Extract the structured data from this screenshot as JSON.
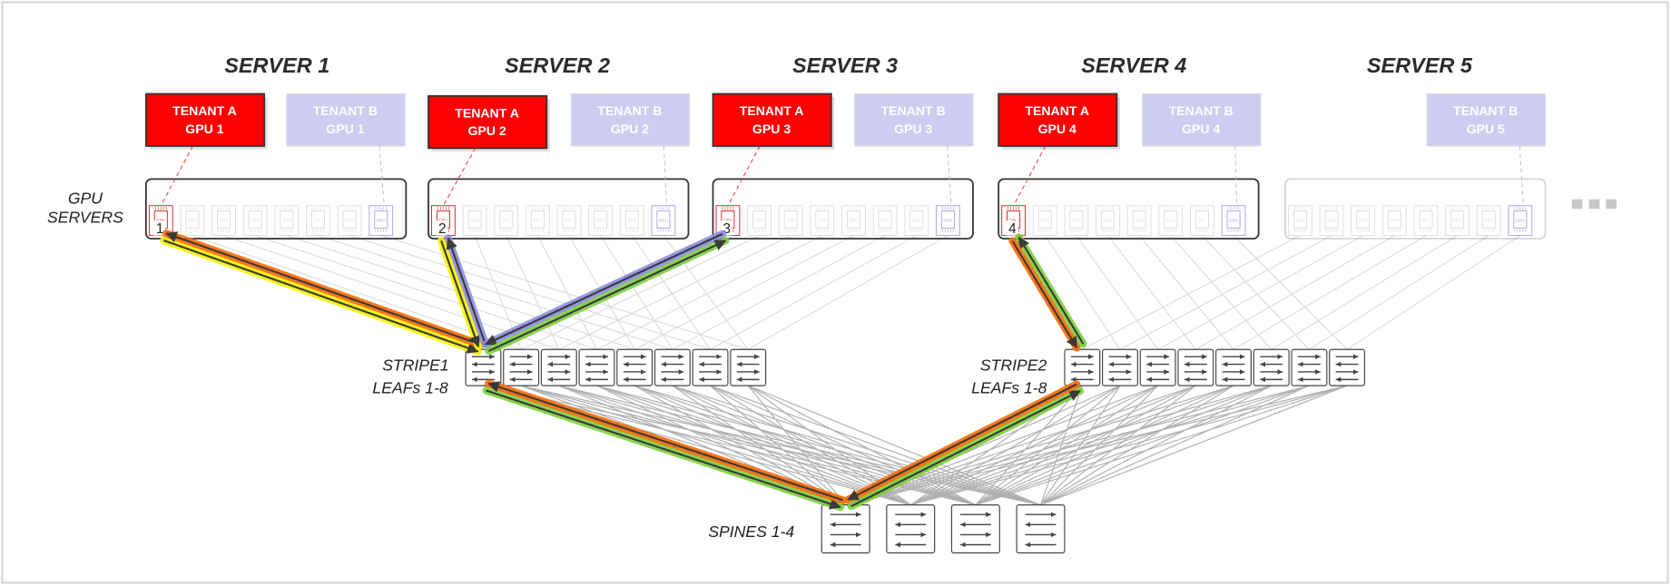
{
  "servers": [
    {
      "title": "SERVER 1",
      "tenant_a": {
        "line1": "TENANT A",
        "line2": "GPU 1"
      },
      "tenant_b": {
        "line1": "TENANT B",
        "line2": "GPU 1"
      },
      "active_gpu_number": "1",
      "stripe": 1,
      "faded": false
    },
    {
      "title": "SERVER 2",
      "tenant_a": {
        "line1": "TENANT A",
        "line2": "GPU 2"
      },
      "tenant_b": {
        "line1": "TENANT B",
        "line2": "GPU 2"
      },
      "active_gpu_number": "2",
      "stripe": 1,
      "faded": false
    },
    {
      "title": "SERVER 3",
      "tenant_a": {
        "line1": "TENANT A",
        "line2": "GPU 3"
      },
      "tenant_b": {
        "line1": "TENANT B",
        "line2": "GPU 3"
      },
      "active_gpu_number": "3",
      "stripe": 1,
      "faded": false
    },
    {
      "title": "SERVER 4",
      "tenant_a": {
        "line1": "TENANT A",
        "line2": "GPU 4"
      },
      "tenant_b": {
        "line1": "TENANT B",
        "line2": "GPU 4"
      },
      "active_gpu_number": "4",
      "stripe": 2,
      "faded": false
    },
    {
      "title": "SERVER 5",
      "tenant_a": null,
      "tenant_b": {
        "line1": "TENANT B",
        "line2": "GPU 5"
      },
      "active_gpu_number": null,
      "stripe": 2,
      "faded": true
    }
  ],
  "labels": {
    "gpu_servers_1": "GPU",
    "gpu_servers_2": "SERVERS",
    "stripe1_1": "STRIPE1",
    "stripe1_2": "LEAFs 1-8",
    "stripe2_1": "STRIPE2",
    "stripe2_2": "LEAFs 1-8",
    "spines": "SPINES 1-4",
    "chip_text": "GPU"
  },
  "gpus_per_server": 8,
  "leafs_per_stripe": 8,
  "spine_count": 4,
  "colors": {
    "tenant_a": "#ff0000",
    "tenant_b": "#cccdf0",
    "yellow_path": "#f5f500",
    "orange_path": "#ff6a00",
    "purple_path": "#8c8ce0",
    "green_path": "#7ccf3c"
  },
  "highlighted_paths": [
    {
      "from": "gpu-1-1",
      "to": "leaf-1-1",
      "color": "yellow_path"
    },
    {
      "from": "leaf-1-1",
      "to": "gpu-1-1",
      "color": "orange_path"
    },
    {
      "from": "gpu-2-1",
      "to": "leaf-1-1",
      "color": "yellow_path"
    },
    {
      "from": "leaf-1-1",
      "to": "gpu-2-1",
      "color": "purple_path"
    },
    {
      "from": "gpu-3-1",
      "to": "leaf-1-1",
      "color": "purple_path"
    },
    {
      "from": "leaf-1-1",
      "to": "gpu-3-1",
      "color": "green_path"
    },
    {
      "from": "leaf-1-1",
      "to": "spine-1",
      "color": "green_path"
    },
    {
      "from": "spine-1",
      "to": "leaf-1-1",
      "color": "orange_path"
    },
    {
      "from": "spine-1",
      "to": "leaf-2-1",
      "color": "green_path"
    },
    {
      "from": "leaf-2-1",
      "to": "spine-1",
      "color": "orange_path"
    },
    {
      "from": "leaf-2-1",
      "to": "gpu-4-1",
      "color": "green_path"
    },
    {
      "from": "gpu-4-1",
      "to": "leaf-2-1",
      "color": "orange_path"
    }
  ]
}
